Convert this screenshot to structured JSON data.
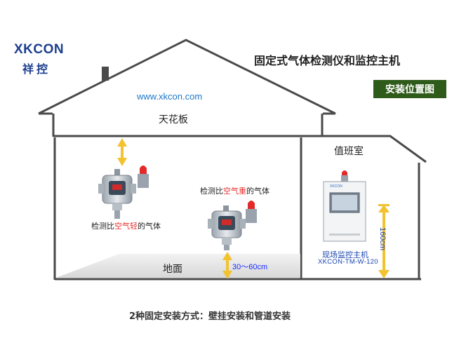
{
  "logo": {
    "brand": "XKCON",
    "chinese": "祥控"
  },
  "title": "固定式气体检测仪和监控主机",
  "badge": "安装位置图",
  "website": "www.xkcon.com",
  "rooms": {
    "ceiling": "天花板",
    "duty_room": "值班室",
    "floor": "地面"
  },
  "detectors": {
    "light": {
      "prefix": "检测比",
      "highlight": "空气轻",
      "suffix": "的气体"
    },
    "heavy": {
      "prefix": "检测比",
      "highlight": "空气重",
      "suffix": "的气体"
    }
  },
  "distance": "30～60cm",
  "host": {
    "name": "现场监控主机",
    "model": "XKCON-TM-W-120",
    "height": "160cm",
    "panel_brand": "XKCON"
  },
  "caption": "2种固定安装方式：壁挂安装和管道安装",
  "colors": {
    "brand_blue": "#1c3f8f",
    "badge_green": "#2e5a1a",
    "house_line": "#4a4a4a",
    "arrow_yellow": "#f2c230",
    "alarm_red": "#e22a2a",
    "link_blue": "#1f78c8"
  }
}
